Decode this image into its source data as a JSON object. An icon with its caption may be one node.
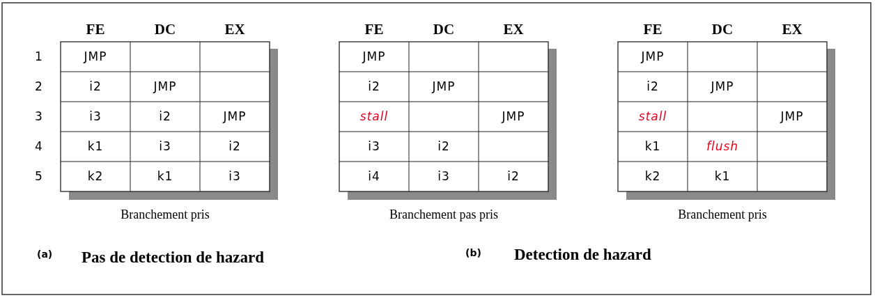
{
  "diagram": {
    "labels": [
      "FE",
      "DC",
      "EX",
      "1",
      "JMP",
      "2",
      "i2",
      "JMP",
      "3",
      "i3",
      "i2",
      "JMP",
      "4",
      "k1",
      "i3",
      "i2",
      "5",
      "k2",
      "k1",
      "i3",
      "Branchement pris",
      "FE",
      "DC",
      "EX",
      "JMP",
      "i2",
      "JMP",
      "stall",
      "JMP",
      "i3",
      "i2",
      "i4",
      "i3",
      "i2",
      "Branchement pas pris",
      "FE",
      "DC",
      "EX",
      "JMP",
      "i2",
      "JMP",
      "stall",
      "JMP",
      "k1",
      "flush",
      "k2",
      "k1",
      "Branchement pris",
      "(a)",
      "Pas de detection de hazard",
      "(b)",
      "Detection de hazard"
    ]
  }
}
